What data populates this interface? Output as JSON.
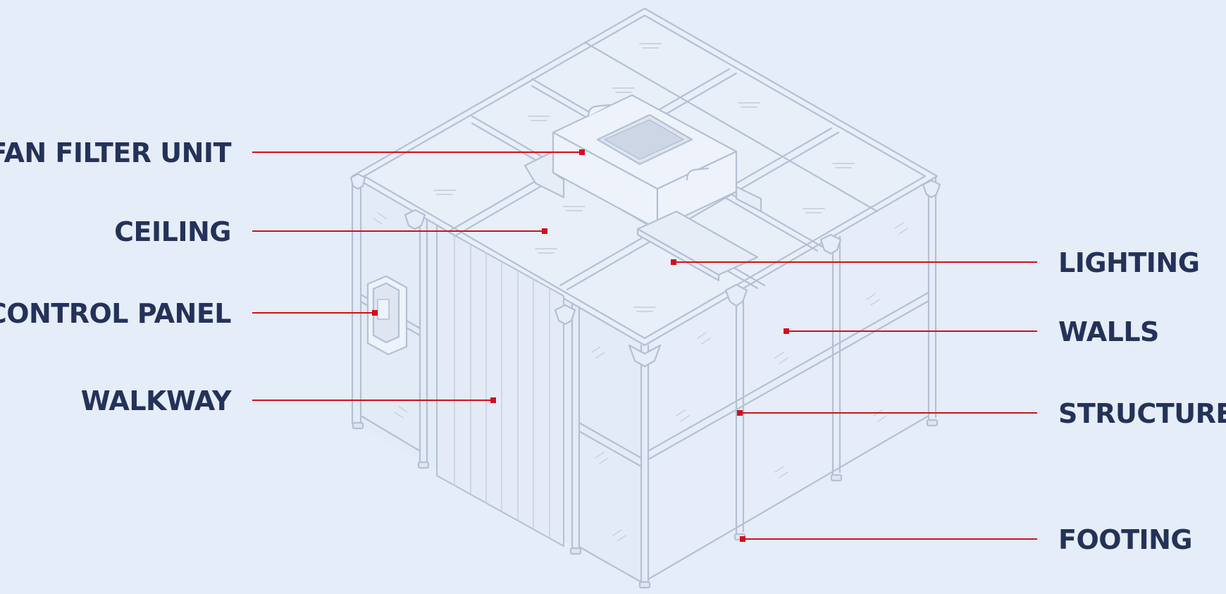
{
  "callouts": {
    "fan_filter_unit": "FAN FILTER UNIT",
    "ceiling": "CEILING",
    "control_panel": "CONTROL PANEL",
    "walkway": "WALKWAY",
    "lighting": "LIGHTING",
    "walls": "WALLS",
    "structure": "STRUCTURE",
    "footing": "FOOTING"
  },
  "colors": {
    "background": "#e5edf8",
    "label_text": "#24325a",
    "leader_line": "#d0101c",
    "drawing_stroke": "#b9c4d6"
  }
}
